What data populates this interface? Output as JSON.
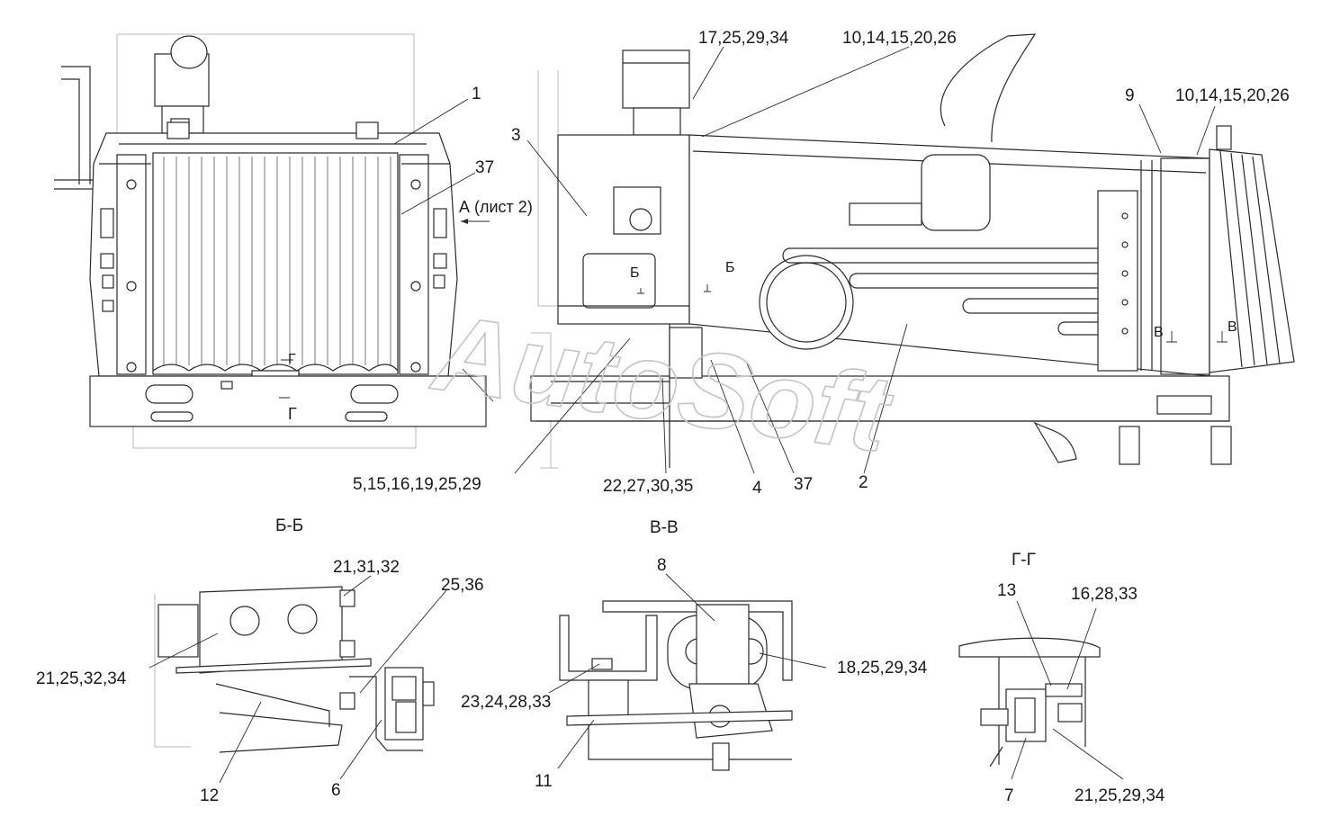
{
  "watermark": "AutoSoft",
  "view_arrow": "А (лист 2)",
  "sections": {
    "bb": "Б-Б",
    "vv": "В-В",
    "gg": "Г-Г"
  },
  "section_marks": {
    "b": "Б",
    "v": "В",
    "g": "Г"
  },
  "callouts": {
    "c1": "1",
    "c37a": "37",
    "c17": "17,25,29,34",
    "c10a": "10,14,15,20,26",
    "c3": "3",
    "c9": "9",
    "c10b": "10,14,15,20,26",
    "c5": "5,15,16,19,25,29",
    "c22": "22,27,30,35",
    "c4": "4",
    "c37b": "37",
    "c2": "2",
    "c2131": "21,31,32",
    "c2536": "25,36",
    "c2125": "21,25,32,34",
    "c12": "12",
    "c6": "6",
    "c8": "8",
    "c18": "18,25,29,34",
    "c23": "23,24,28,33",
    "c11": "11",
    "c13": "13",
    "c16": "16,28,33",
    "c7": "7",
    "c2129": "21,25,29,34"
  }
}
